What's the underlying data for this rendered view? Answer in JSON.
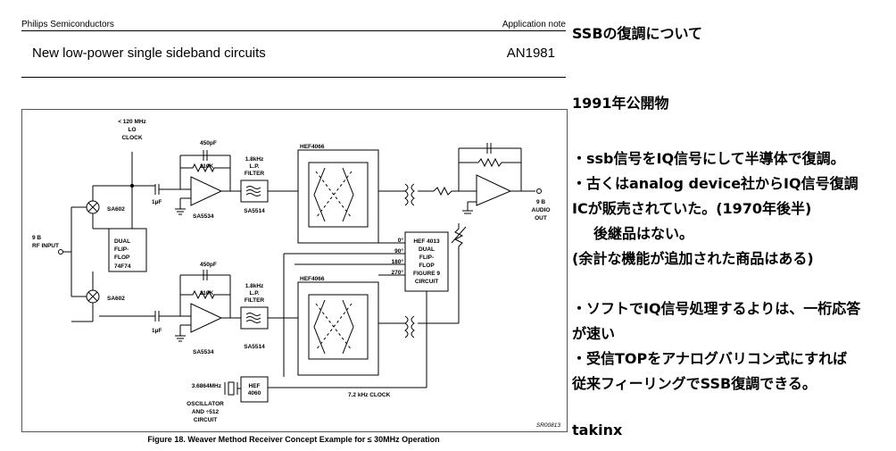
{
  "header": {
    "company": "Philips Semiconductors",
    "doc_type": "Application note",
    "title": "New low-power single sideband circuits",
    "doc_number": "AN1981"
  },
  "schematic": {
    "lo_clock": [
      "< 120 MHz",
      "LO",
      "CLOCK"
    ],
    "rf_input": [
      "9 B",
      "RF INPUT"
    ],
    "mixer_top": "SA602",
    "mixer_bottom": "SA602",
    "flipflop": [
      "DUAL",
      "FLIP-",
      "FLOP"
    ],
    "flipflop_part": "74F74",
    "cap_top": "450pF",
    "res_top": "110K",
    "cap_bottom": "450pF",
    "res_bottom": "110K",
    "coupling_cap_top": "1µF",
    "coupling_cap_bottom": "1µF",
    "opamp_top": "SA5534",
    "opamp_bottom": "SA5534",
    "filter_top": [
      "1.8kHz",
      "L.P.",
      "FILTER"
    ],
    "filter_bottom": [
      "1.8kHz",
      "L.P.",
      "FILTER"
    ],
    "filter_part_top": "SA5514",
    "filter_part_bottom": "SA5514",
    "switch_top": "HEF4066",
    "switch_bottom": "HEF4066",
    "phase_block": [
      "HEF 4013",
      "DUAL",
      "FLIP-",
      "FLOP",
      "FIGURE 9",
      "CIRCUIT"
    ],
    "phases": [
      "0°",
      "90°",
      "180°",
      "270°"
    ],
    "audio_out": [
      "9 B",
      "AUDIO",
      "OUT"
    ],
    "crystal_freq": "3.6864MHz",
    "osc_block": [
      "HEF",
      "4060"
    ],
    "osc_label": [
      "OSCILLATOR",
      "AND ÷512",
      "CIRCUIT"
    ],
    "clock_label": "7.2 kHz CLOCK",
    "ref_code": "SR00813"
  },
  "caption": "Figure 18.  Weaver Method Receiver Concept Example for ≤ 30MHz Operation",
  "notes": {
    "title": "SSBの復調について",
    "line1": "1991年公開物",
    "line2": "・ssb信号をIQ信号にして半導体で復調。",
    "line3": "・古くはanalog device社からIQ信号復調",
    "line4": "ICが販売されていた。(1970年後半)",
    "line5": "後継品はない。",
    "line6": "(余計な機能が追加された商品はある)",
    "line7": "・ソフトでIQ信号処理するよりは、一桁応答",
    "line8": "が速い",
    "line9": "・受信TOPをアナログバリコン式にすれば",
    "line10": "従来フィーリングでSSB復調できる。",
    "author": "takinx"
  }
}
